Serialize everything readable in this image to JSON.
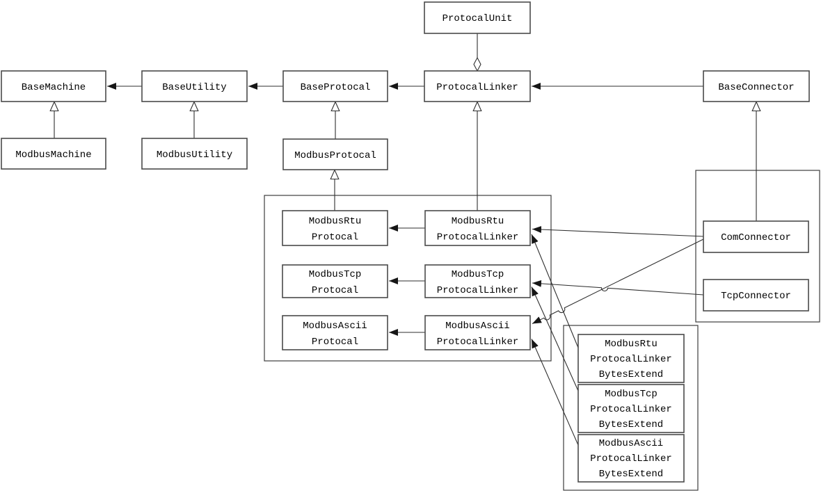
{
  "diagram": {
    "background_color": "#ffffff",
    "line_color": "#2e2e2e",
    "box_border_color": "#4a4a4a",
    "nodes": {
      "protocal_unit": {
        "label": "ProtocalUnit"
      },
      "base_machine": {
        "label": "BaseMachine"
      },
      "base_utility": {
        "label": "BaseUtility"
      },
      "base_protocal": {
        "label": "BaseProtocal"
      },
      "protocal_linker": {
        "label": "ProtocalLinker"
      },
      "base_connector": {
        "label": "BaseConnector"
      },
      "modbus_machine": {
        "label": "ModbusMachine"
      },
      "modbus_utility": {
        "label": "ModbusUtility"
      },
      "modbus_protocal": {
        "label": "ModbusProtocal"
      },
      "modbus_rtu_protocal": {
        "line1": "ModbusRtu",
        "line2": "Protocal"
      },
      "modbus_rtu_protocal_linker": {
        "line1": "ModbusRtu",
        "line2": "ProtocalLinker"
      },
      "modbus_tcp_protocal": {
        "line1": "ModbusTcp",
        "line2": "Protocal"
      },
      "modbus_tcp_protocal_linker": {
        "line1": "ModbusTcp",
        "line2": "ProtocalLinker"
      },
      "modbus_ascii_protocal": {
        "line1": "ModbusAscii",
        "line2": "Protocal"
      },
      "modbus_ascii_protocal_linker": {
        "line1": "ModbusAscii",
        "line2": "ProtocalLinker"
      },
      "com_connector": {
        "label": "ComConnector"
      },
      "tcp_connector": {
        "label": "TcpConnector"
      },
      "modbus_rtu_protocal_linker_bytes_extend": {
        "line1": "ModbusRtu",
        "line2": "ProtocalLinker",
        "line3": "BytesExtend"
      },
      "modbus_tcp_protocal_linker_bytes_extend": {
        "line1": "ModbusTcp",
        "line2": "ProtocalLinker",
        "line3": "BytesExtend"
      },
      "modbus_ascii_protocal_linker_bytes_extend": {
        "line1": "ModbusAscii",
        "line2": "ProtocalLinker",
        "line3": "BytesExtend"
      }
    },
    "edges": [
      {
        "from": "ProtocalUnit",
        "to": "ProtocalLinker",
        "type": "aggregation"
      },
      {
        "from": "BaseUtility",
        "to": "BaseMachine",
        "type": "directed-association"
      },
      {
        "from": "BaseProtocal",
        "to": "BaseUtility",
        "type": "directed-association"
      },
      {
        "from": "ProtocalLinker",
        "to": "BaseProtocal",
        "type": "directed-association"
      },
      {
        "from": "BaseConnector",
        "to": "ProtocalLinker",
        "type": "directed-association"
      },
      {
        "from": "ModbusMachine",
        "to": "BaseMachine",
        "type": "inheritance"
      },
      {
        "from": "ModbusUtility",
        "to": "BaseUtility",
        "type": "inheritance"
      },
      {
        "from": "ModbusProtocal",
        "to": "BaseProtocal",
        "type": "inheritance"
      },
      {
        "from": "ModbusRtuProtocal",
        "to": "ModbusProtocal",
        "type": "inheritance"
      },
      {
        "from": "ModbusRtuProtocalLinker",
        "to": "ProtocalLinker",
        "type": "inheritance"
      },
      {
        "from": "ComConnector",
        "to": "BaseConnector",
        "type": "inheritance"
      },
      {
        "from": "ModbusRtuProtocalLinker",
        "to": "ModbusRtuProtocal",
        "type": "directed-association"
      },
      {
        "from": "ModbusTcpProtocalLinker",
        "to": "ModbusTcpProtocal",
        "type": "directed-association"
      },
      {
        "from": "ModbusAsciiProtocalLinker",
        "to": "ModbusAsciiProtocal",
        "type": "directed-association"
      },
      {
        "from": "ComConnector",
        "to": "ModbusRtuProtocalLinker",
        "type": "directed-association"
      },
      {
        "from": "ComConnector",
        "to": "ModbusAsciiProtocalLinker",
        "type": "directed-association"
      },
      {
        "from": "TcpConnector",
        "to": "ModbusTcpProtocalLinker",
        "type": "directed-association"
      },
      {
        "from": "ModbusRtuProtocalLinkerBytesExtend",
        "to": "ModbusRtuProtocalLinker",
        "type": "directed-association"
      },
      {
        "from": "ModbusTcpProtocalLinkerBytesExtend",
        "to": "ModbusTcpProtocalLinker",
        "type": "directed-association"
      },
      {
        "from": "ModbusAsciiProtocalLinkerBytesExtend",
        "to": "ModbusAsciiProtocalLinker",
        "type": "directed-association"
      }
    ]
  }
}
